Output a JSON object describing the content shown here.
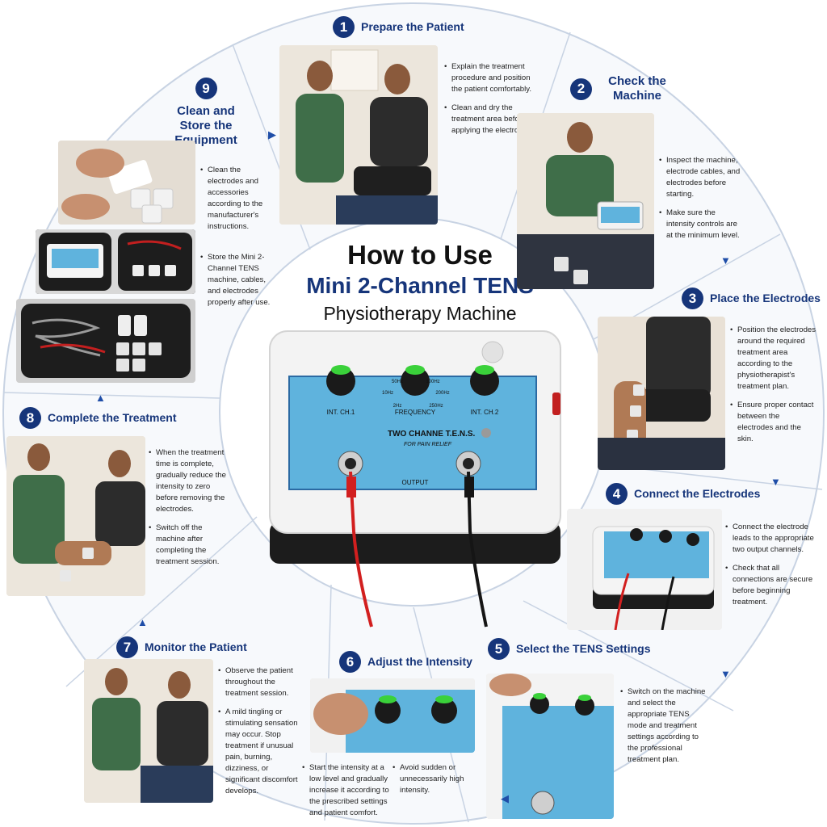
{
  "header": {
    "line1": "How to Use",
    "line2": "Mini 2-Channel TENS",
    "line3": "Physiotherapy Machine"
  },
  "device": {
    "panel_title": "TWO CHANNE T.E.N.S.",
    "panel_subtitle": "FOR PAIN RELIEF",
    "knob_left_label": "INT. CH.1",
    "knob_mid_label": "FREQUENCY",
    "knob_right_label": "INT. CH.2",
    "freq_50": "50Hz",
    "freq_100": "100Hz",
    "freq_10": "10Hz",
    "freq_200": "200Hz",
    "freq_2": "2Hz",
    "freq_250": "250Hz",
    "output_label": "OUTPUT"
  },
  "steps": [
    {
      "number": "1",
      "title": "Prepare the Patient",
      "bullets": [
        "Explain the treatment procedure and position the patient comfortably.",
        "Clean and dry the treatment area before applying the electrodes."
      ]
    },
    {
      "number": "2",
      "title": "Check the Machine",
      "bullets": [
        "Inspect the machine, electrode cables, and electrodes before starting.",
        "Make sure the intensity controls are at the minimum level."
      ]
    },
    {
      "number": "3",
      "title": "Place the Electrodes",
      "bullets": [
        "Position the electrodes around the required treatment area according to the physiotherapist's treatment plan.",
        "Ensure proper contact between the electrodes and the skin."
      ]
    },
    {
      "number": "4",
      "title": "Connect the Electrodes",
      "bullets": [
        "Connect the electrode leads to the appropriate two output channels.",
        "Check that all connections are secure before beginning treatment."
      ]
    },
    {
      "number": "5",
      "title": "Select the TENS Settings",
      "bullets": [
        "Switch on the machine and select the appropriate TENS mode and treatment settings according to the professional treatment plan."
      ]
    },
    {
      "number": "6",
      "title": "Adjust the Intensity",
      "bullets": [
        "Start the intensity at a low level and gradually increase it according to the prescribed settings and patient comfort.",
        "Avoid sudden or unnecessarily high intensity."
      ]
    },
    {
      "number": "7",
      "title": "Monitor the Patient",
      "bullets": [
        "Observe the patient throughout the treatment session.",
        "A mild tingling or stimulating sensation may occur. Stop treatment if unusual pain, burning, dizziness, or significant discomfort develops."
      ]
    },
    {
      "number": "8",
      "title": "Complete the Treatment",
      "bullets": [
        "When the treatment time is complete, gradually reduce the intensity to zero before removing the electrodes.",
        "Switch off the machine after completing the treatment session."
      ]
    },
    {
      "number": "9",
      "title": "Clean and Store the Equipment",
      "bullets": [
        "Clean the electrodes and accessories according to the manufacturer's instructions.",
        "Store the Mini 2-Channel TENS machine, cables, and electrodes properly after use."
      ]
    }
  ],
  "colors": {
    "accent": "#16357a",
    "panel_blue": "#5fb3dd",
    "knob_green": "#3ad13a",
    "scrubs": "#3f6e49"
  }
}
